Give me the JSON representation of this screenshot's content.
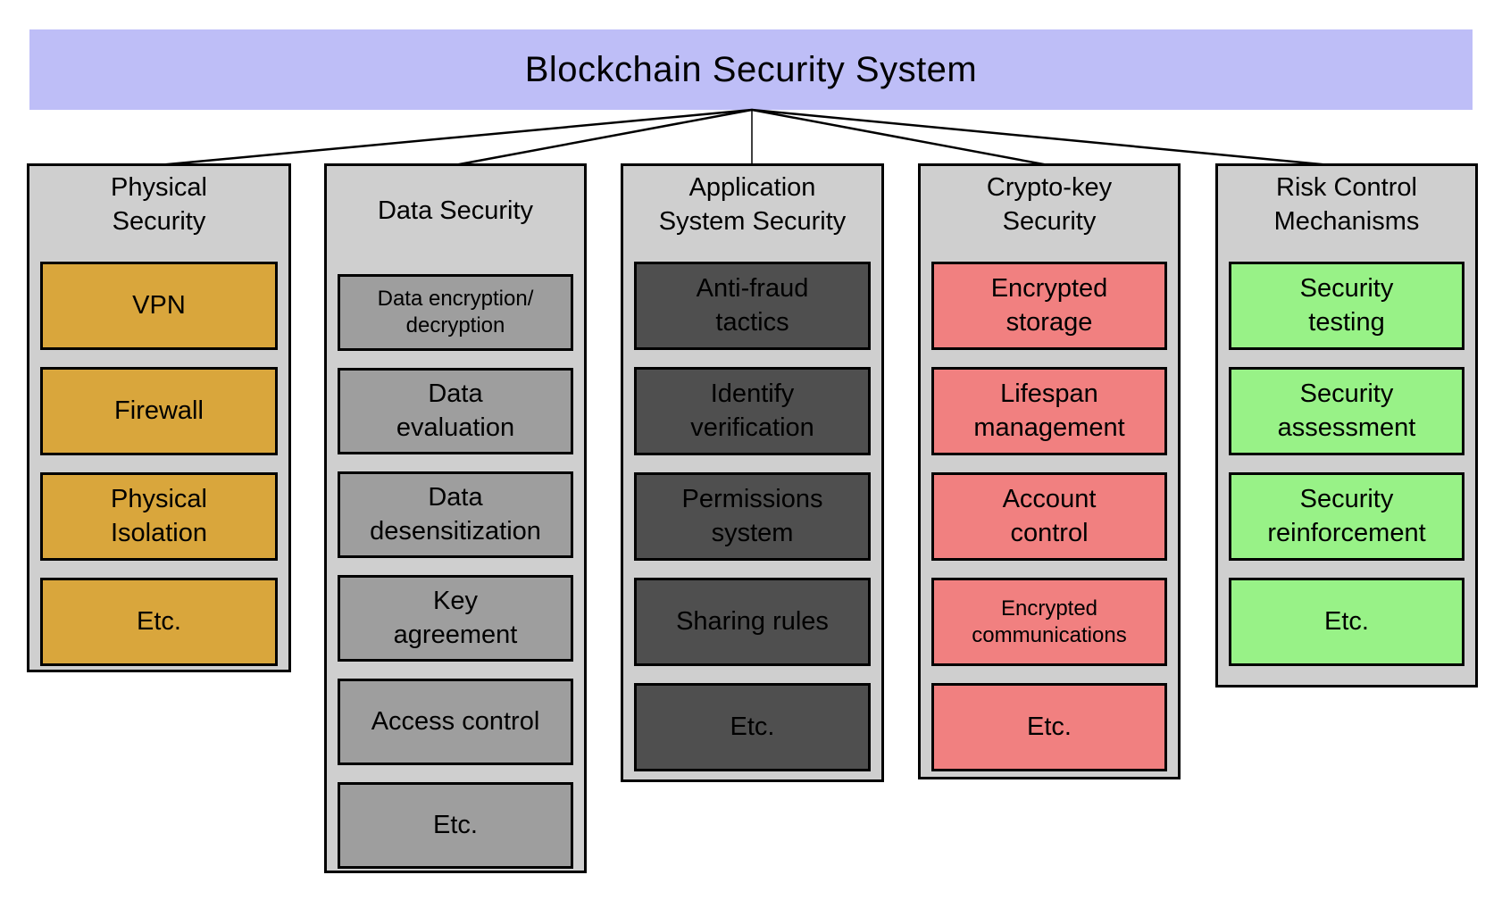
{
  "title": "Blockchain Security System",
  "colors": {
    "header_bg": "#BEBEF7",
    "column_bg": "#CFCFCF",
    "physical_security_box": "#D9A63C",
    "data_security_box": "#9E9E9E",
    "application_security_box": "#4F4F4F",
    "crypto_key_box": "#F18080",
    "risk_control_box": "#98F287",
    "border_and_lines": "#000000"
  },
  "columns": [
    {
      "header": "Physical\nSecurity",
      "items": [
        "VPN",
        "Firewall",
        "Physical\nIsolation",
        "Etc."
      ]
    },
    {
      "header": "Data Security",
      "items": [
        "Data encryption/\ndecryption",
        "Data\nevaluation",
        "Data\ndesensitization",
        "Key\nagreement",
        "Access control",
        "Etc."
      ]
    },
    {
      "header": "Application\nSystem Security",
      "items": [
        "Anti-fraud\ntactics",
        "Identify\nverification",
        "Permissions\nsystem",
        "Sharing rules",
        "Etc."
      ]
    },
    {
      "header": "Crypto-key\nSecurity",
      "items": [
        "Encrypted\nstorage",
        "Lifespan\nmanagement",
        "Account\ncontrol",
        "Encrypted\ncommunications",
        "Etc."
      ]
    },
    {
      "header": "Risk Control\nMechanisms",
      "items": [
        "Security\ntesting",
        "Security\nassessment",
        "Security\nreinforcement",
        "Etc."
      ]
    }
  ]
}
